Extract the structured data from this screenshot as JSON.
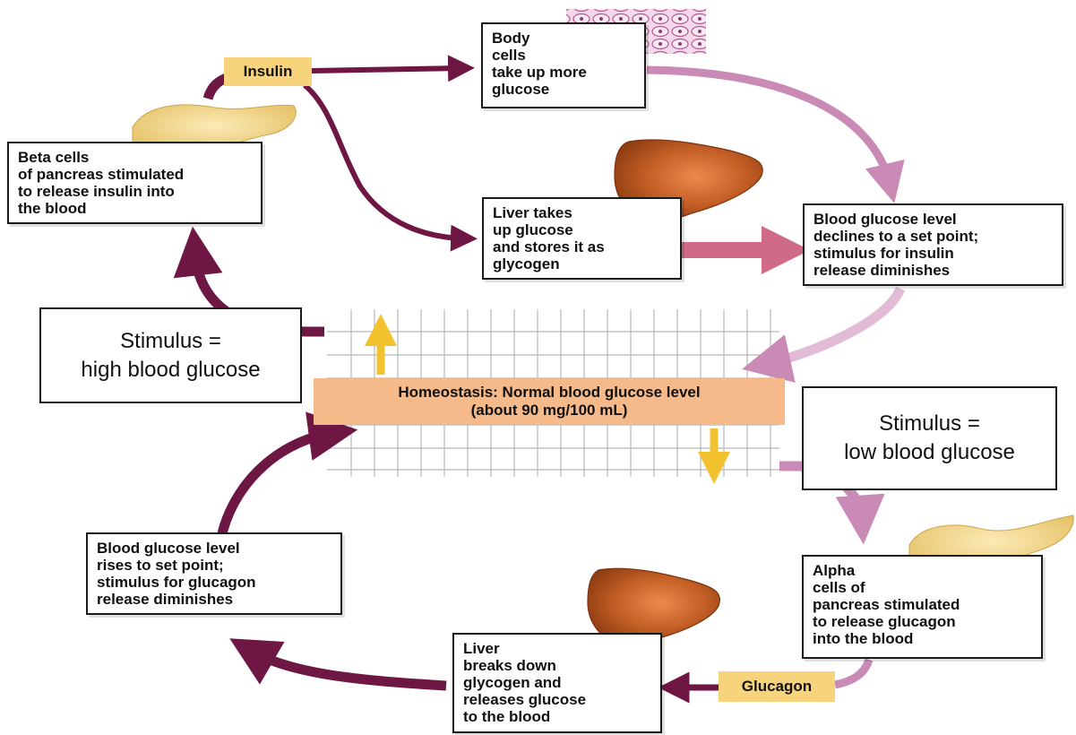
{
  "labels": {
    "insulin": "Insulin",
    "glucagon": "Glucagon",
    "homeostasis": "Homeostasis: Normal blood glucose level\n(about 90 mg/100 mL)",
    "stimulus_high": "Stimulus =\nhigh blood glucose",
    "stimulus_low": "Stimulus =\nlow blood glucose"
  },
  "boxes": {
    "body_cells": "Body\ncells\ntake up more\nglucose",
    "beta_cells": "Beta cells\nof pancreas stimulated\nto release insulin into\nthe blood",
    "liver_takes": "Liver takes\nup glucose\nand stores it as\nglycogen",
    "declines": "Blood glucose level\ndeclines to a set point;\nstimulus for insulin\nrelease diminishes",
    "rises": "Blood glucose level\nrises to set point;\nstimulus for glucagon\nrelease diminishes",
    "alpha_cells": "Alpha\ncells of\npancreas stimulated\nto release glucagon\ninto the blood",
    "liver_breaks": "Liver\nbreaks down\nglycogen and\nreleases glucose\nto the blood"
  },
  "colors": {
    "dark_arrow": "#6e1745",
    "light_arrow": "#c98ab5",
    "pink_arrow": "#cf6b86",
    "hormone_bg": "#f7d37c",
    "homeostasis_bg": "#f5b98a",
    "liver": "#b5541c",
    "pancreas": "#f1d486",
    "yellow_arrow": "#f2c12e",
    "grid": "#b7b7b7"
  },
  "icons": [
    "liver-icon",
    "pancreas-icon",
    "body-cells-icon"
  ]
}
